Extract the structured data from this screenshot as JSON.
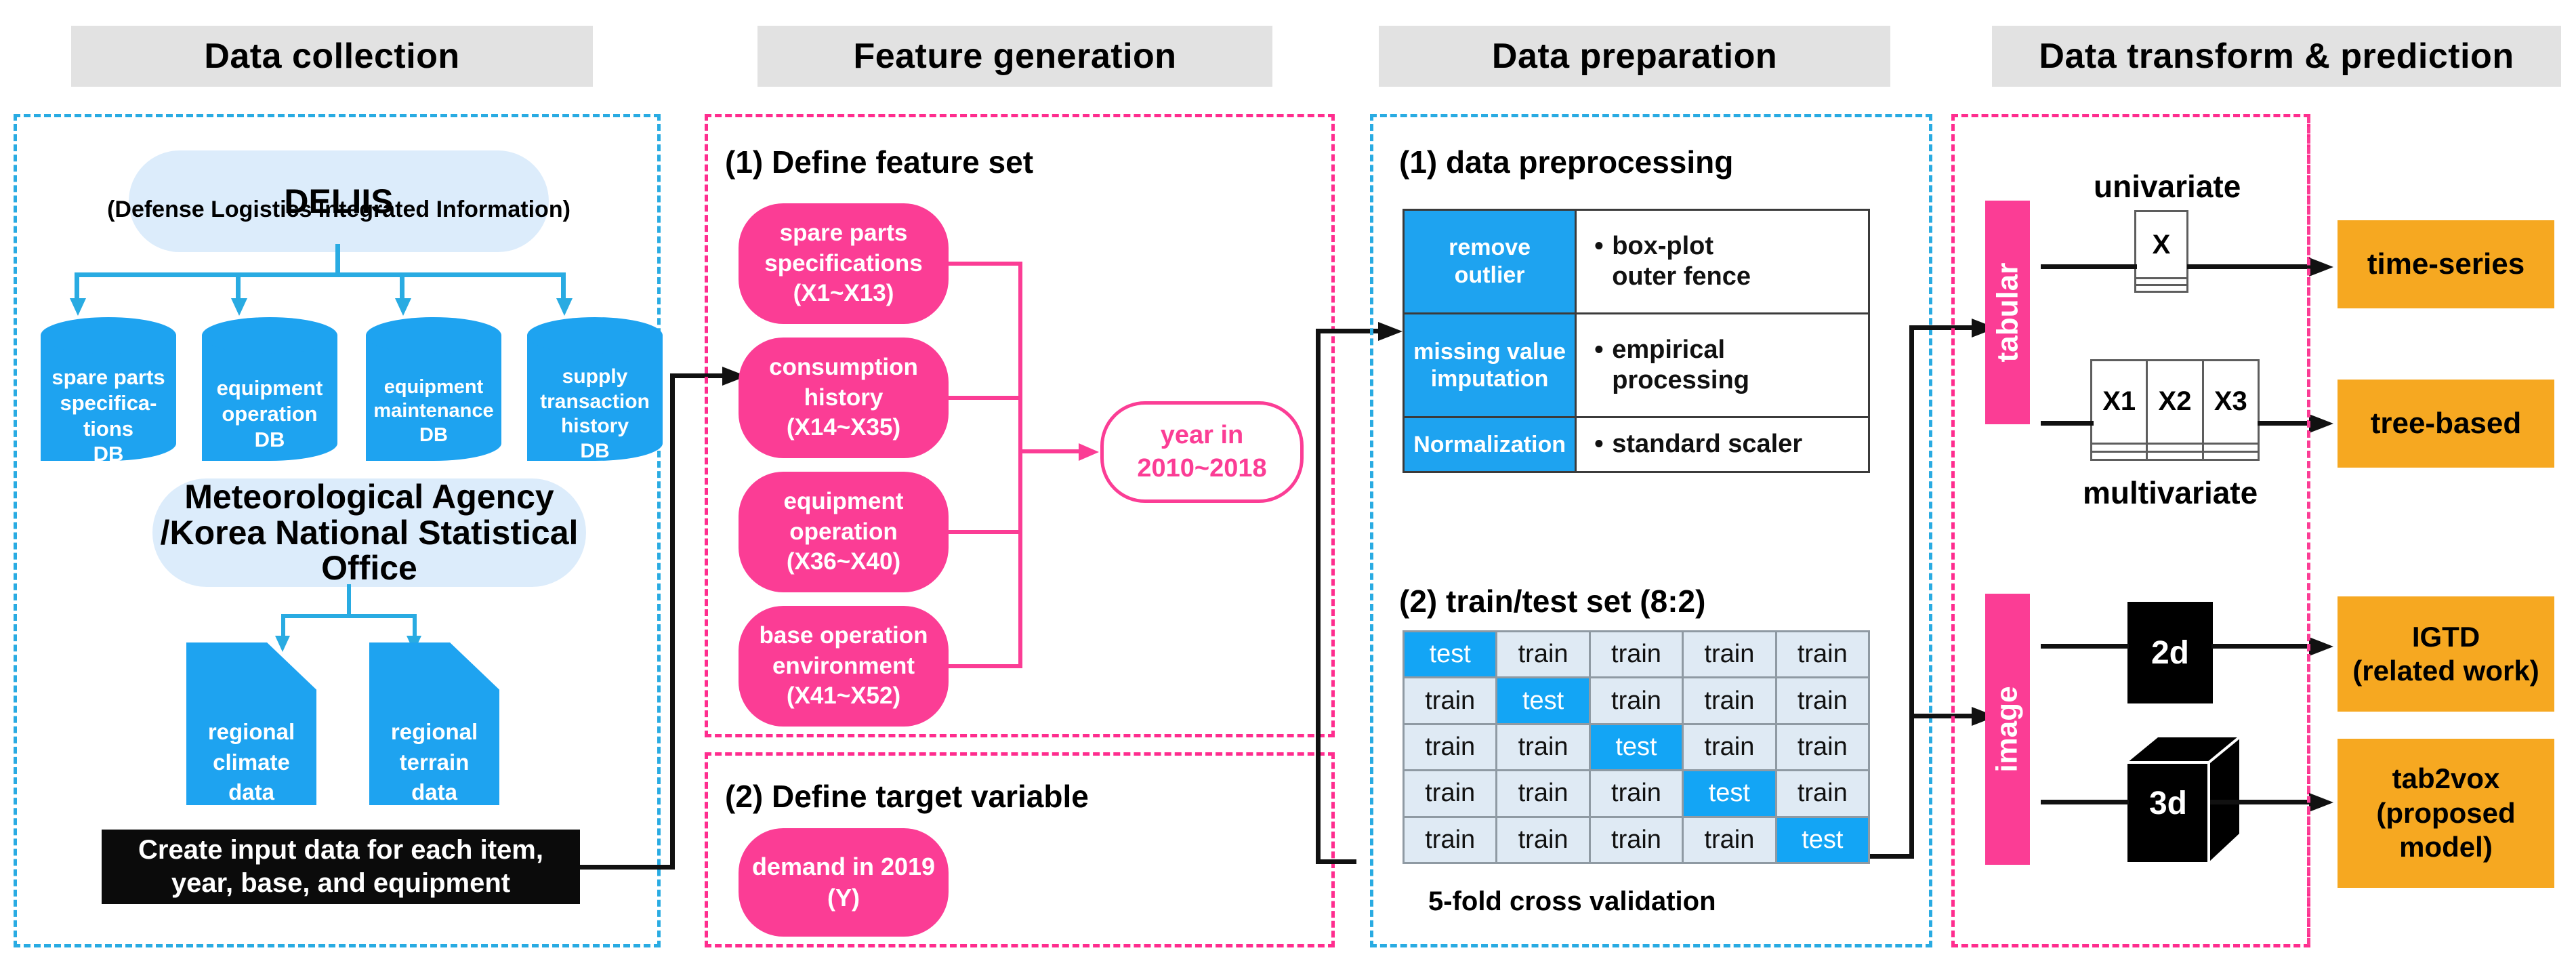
{
  "stages": [
    {
      "id": "data-collection",
      "title": "Data collection"
    },
    {
      "id": "feature-generation",
      "title": "Feature generation"
    },
    {
      "id": "data-preparation",
      "title": "Data preparation"
    },
    {
      "id": "data-transform-prediction",
      "title": "Data transform & prediction"
    }
  ],
  "data_collection": {
    "source_1": {
      "name": "DELIIS",
      "expansion": "(Defense Logistics Integrated Information)"
    },
    "databases": [
      {
        "label": "spare parts\nspecifica-\ntions\nDB",
        "lines": [
          "spare parts",
          "specifica-",
          "tions",
          "DB"
        ]
      },
      {
        "label": "equipment operation DB",
        "lines": [
          "equipment",
          "operation",
          "DB"
        ]
      },
      {
        "label": "equipment maintenance DB",
        "lines": [
          "equipment",
          "maintenance",
          "DB"
        ]
      },
      {
        "label": "supply transaction history DB",
        "lines": [
          "supply",
          "transaction",
          "history",
          "DB"
        ]
      }
    ],
    "source_2": {
      "line1": "Meteorological Agency",
      "line2": "/Korea National Statistical Office"
    },
    "documents": [
      {
        "lines": [
          "regional",
          "climate",
          "data"
        ]
      },
      {
        "lines": [
          "regional",
          "terrain",
          "data"
        ]
      }
    ],
    "output_box": {
      "line1": "Create input data for each item,",
      "line2": "year, base, and equipment"
    }
  },
  "feature_generation": {
    "subsection_1": "(1) Define feature set",
    "features": [
      {
        "lines": [
          "spare parts",
          "specifications",
          "(X1~X13)"
        ]
      },
      {
        "lines": [
          "consumption",
          "history",
          "(X14~X35)"
        ]
      },
      {
        "lines": [
          "equipment",
          "operation",
          "(X36~X40)"
        ]
      },
      {
        "lines": [
          "base operation",
          "environment",
          "(X41~X52)"
        ]
      }
    ],
    "year_node": {
      "lines": [
        "year in",
        "2010~2018"
      ]
    },
    "subsection_2": "(2) Define target variable",
    "target": {
      "lines": [
        "demand in 2019",
        "(Y)"
      ]
    }
  },
  "data_preparation": {
    "subsection_1": "(1) data preprocessing",
    "preprocessing_table": {
      "rows": [
        {
          "step": [
            "remove",
            "outlier"
          ],
          "method": [
            "box-plot",
            "outer fence"
          ]
        },
        {
          "step": [
            "missing value",
            "imputation"
          ],
          "method": [
            "empirical",
            "processing"
          ]
        },
        {
          "step": [
            "Normalization"
          ],
          "method": [
            "standard scaler"
          ]
        }
      ]
    },
    "subsection_2": "(2) train/test set (8:2)",
    "cv_grid": {
      "rows": [
        [
          "test",
          "train",
          "train",
          "train",
          "train"
        ],
        [
          "train",
          "test",
          "train",
          "train",
          "train"
        ],
        [
          "train",
          "train",
          "test",
          "train",
          "train"
        ],
        [
          "train",
          "train",
          "train",
          "test",
          "train"
        ],
        [
          "train",
          "train",
          "train",
          "train",
          "test"
        ]
      ],
      "test_label": "test",
      "caption": "5-fold cross validation"
    }
  },
  "data_transform": {
    "rail_tabular": "tabular",
    "rail_image": "image",
    "label_univariate": "univariate",
    "label_multivariate": "multivariate",
    "table_univariate": {
      "header": [
        "X"
      ]
    },
    "table_multivariate": {
      "header": [
        "X1",
        "X2",
        "X3"
      ]
    },
    "cube_2d": "2d",
    "cube_3d": "3d",
    "outputs": [
      {
        "lines": [
          "time-series"
        ]
      },
      {
        "lines": [
          "tree-based"
        ]
      },
      {
        "lines": [
          "IGTD",
          "(related work)"
        ]
      },
      {
        "lines": [
          "tab2vox",
          "(proposed",
          "model)"
        ]
      }
    ]
  },
  "colors": {
    "header_bg": "#e2e2e2",
    "blue": "#1EA3F0",
    "blue_dash": "#29ABE2",
    "light_blue": "#dcecfb",
    "pink": "#FB3D95",
    "orange": "#F6A821",
    "black": "#0b0b0b",
    "cv_train": "#dfeaf4",
    "cv_test": "#13A5F5"
  }
}
